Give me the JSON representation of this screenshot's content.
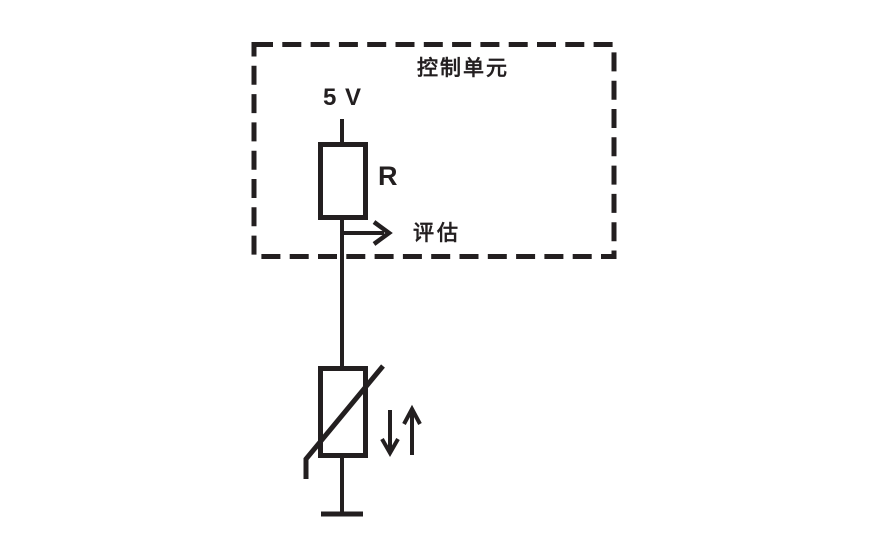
{
  "diagram": {
    "kind": "circuit-schematic",
    "labels": {
      "control_unit": "控制单元",
      "supply_voltage": "5 V",
      "series_resistor": "R",
      "evaluation": "评估"
    },
    "components": [
      "control-unit-dashed-box",
      "supply-wire",
      "series-resistor",
      "evaluation-tap-arrow",
      "divider-wire",
      "thermistor",
      "resistance-down-arrow",
      "resistance-up-arrow",
      "ground-terminal"
    ],
    "colors": {
      "line": "#231f20",
      "background": "#ffffff"
    }
  }
}
